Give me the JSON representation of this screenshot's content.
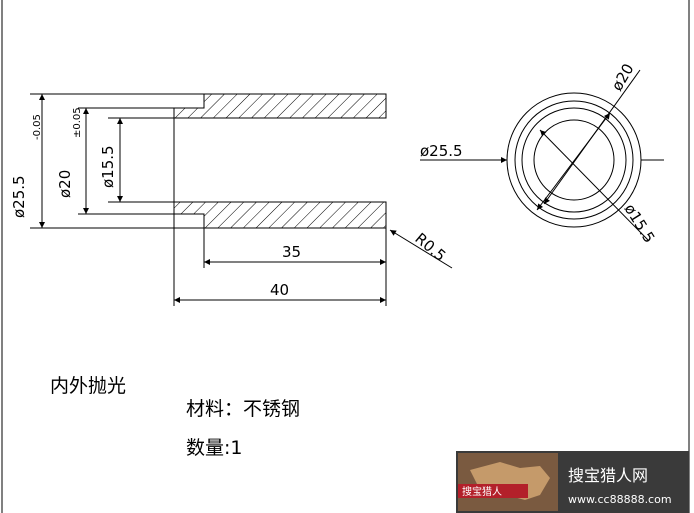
{
  "drawing": {
    "dims": {
      "outer_dia": "ø25.5",
      "outer_tol": "-0.05",
      "mid_dia": "ø20",
      "mid_tol": "±0.05",
      "inner_dia": "ø15.5",
      "len_35": "35",
      "len_40": "40",
      "radius": "R0.5",
      "circle_outer": "ø25.5",
      "circle_mid": "ø20",
      "circle_inner": "ø15.5"
    },
    "notes": {
      "polish": "内外抛光",
      "material": "材料：不锈钢",
      "quantity": "数量:1"
    }
  },
  "watermark": {
    "logo_text": "搜宝猎人",
    "site_name": "搜宝猎人网",
    "url": "www.cc88888.com"
  },
  "colors": {
    "line": "#000000",
    "background": "#ffffff",
    "watermark_bg": "#3a3a3a"
  }
}
